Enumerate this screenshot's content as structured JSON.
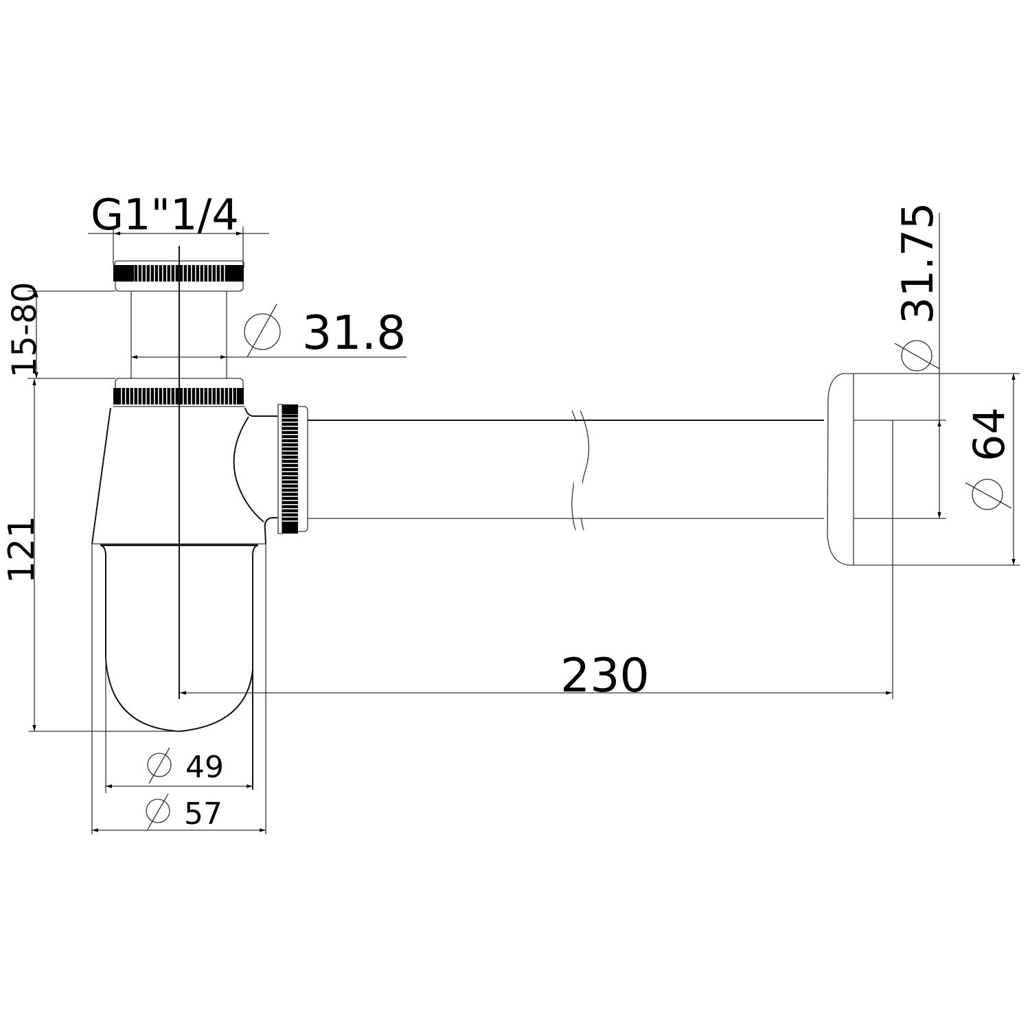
{
  "drawing": {
    "subject": "bottle trap",
    "units": "mm",
    "colors": {
      "line": "#000000",
      "background": "#ffffff"
    }
  },
  "dimensions": {
    "inlet_thread": "G1\"1/4",
    "inlet_tube_diameter": {
      "symbol": "diameter",
      "value": "31.8"
    },
    "adjustable_height": "15-80",
    "body_height": "121",
    "cup_inner_diameter": {
      "symbol": "diameter",
      "value": "49"
    },
    "cup_outer_diameter": {
      "symbol": "diameter",
      "value": "57"
    },
    "outlet_length": "230",
    "outlet_pipe_diameter": {
      "symbol": "diameter",
      "value": "31.75"
    },
    "wall_flange_diameter": {
      "symbol": "diameter",
      "value": "64"
    }
  }
}
